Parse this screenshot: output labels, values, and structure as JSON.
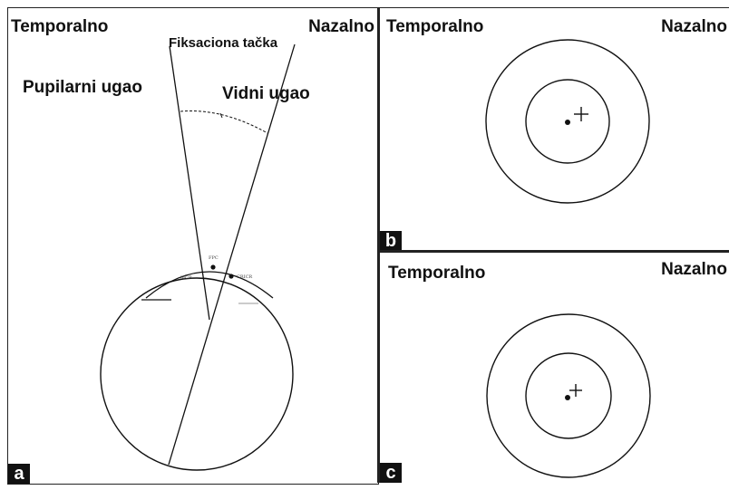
{
  "panel_a": {
    "temporal": "Temporalno",
    "nasal": "Nazalno",
    "fixation_point": "Fiksaciona tačka",
    "pupillary_angle": "Pupilarni ugao",
    "visual_angle": "Vidni ugao",
    "tag": "a",
    "eye_labels": {
      "top": "FPC",
      "left": "MCR",
      "right": "CRICR"
    }
  },
  "panel_b": {
    "temporal": "Temporalno",
    "nasal": "Nazalno",
    "tag": "b"
  },
  "panel_c": {
    "temporal": "Temporalno",
    "nasal": "Nazalno",
    "tag": "c"
  },
  "colors": {
    "line": "#111111",
    "tag_bg": "#111111",
    "tag_fg": "#ffffff",
    "divider": "#222222"
  }
}
